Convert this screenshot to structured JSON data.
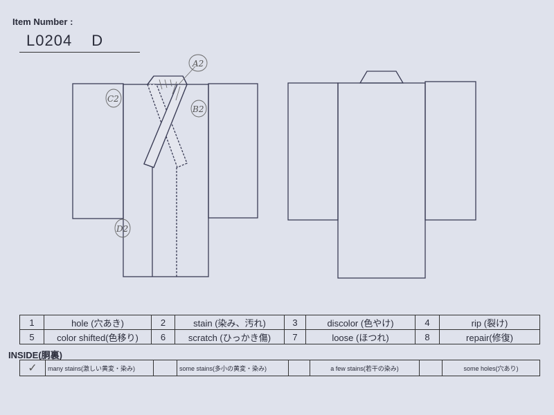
{
  "header": {
    "item_number_label": "Item Number :",
    "item_code": "L0204",
    "grade": "D"
  },
  "annotations": {
    "a": "A2",
    "b": "B2",
    "c": "C2",
    "d": "D2"
  },
  "legend": [
    {
      "num": "1",
      "label": "hole (穴あき)"
    },
    {
      "num": "2",
      "label": "stain (染み、汚れ)"
    },
    {
      "num": "3",
      "label": "discolor (色やけ)"
    },
    {
      "num": "4",
      "label": "rip (裂け)"
    },
    {
      "num": "5",
      "label": "color shifted(色移り)"
    },
    {
      "num": "6",
      "label": "scratch (ひっかき傷)"
    },
    {
      "num": "7",
      "label": "loose (ほつれ)"
    },
    {
      "num": "8",
      "label": "repair(修復)"
    }
  ],
  "inside": {
    "title": "INSIDE(胴裏)",
    "check_mark": "✓",
    "options": [
      "many stains(激しい黄変・染み)",
      "some stains(多小の黄変・染み)",
      "a few stains(若干の染み)",
      "some holes(穴あり)"
    ]
  }
}
